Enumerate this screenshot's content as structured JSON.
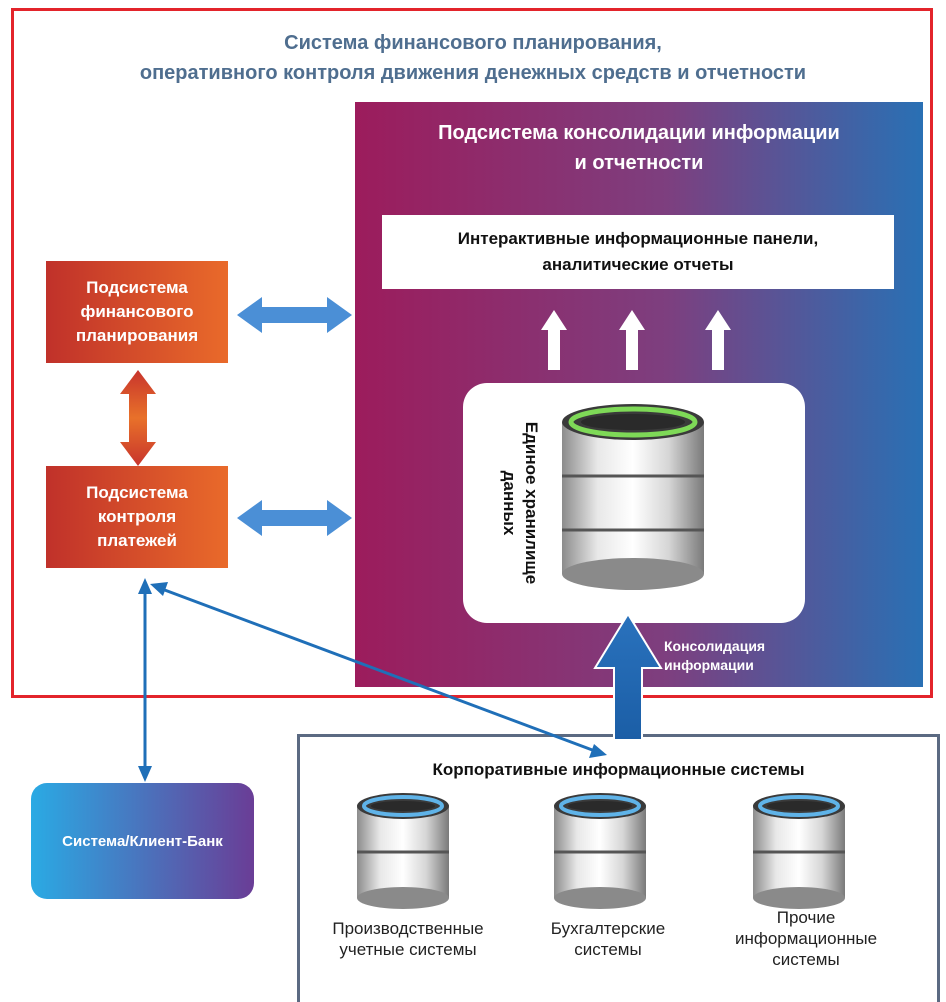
{
  "main_title": {
    "line1": "Система финансового планирования,",
    "line2": "оперативного контроля движения денежных средств и отчетности"
  },
  "consolidation_subsystem": {
    "title_line1": "Подсистема консолидации информации",
    "title_line2": "и отчетности",
    "dashboards_line1": "Интерактивные информационные панели,",
    "dashboards_line2": "аналитические отчеты",
    "storage_line1": "Единое хранилище",
    "storage_line2": "данных",
    "consolidation_line1": "Консолидация",
    "consolidation_line2": "информации"
  },
  "planning_subsystem": {
    "line1": "Подсистема",
    "line2": "финансового",
    "line3": "планирования"
  },
  "payments_subsystem": {
    "line1": "Подсистема",
    "line2": "контроля",
    "line3": "платежей"
  },
  "client_bank": {
    "label": "Система/Клиент-Банк"
  },
  "corporate_systems": {
    "title": "Корпоративные информационные системы",
    "items": [
      {
        "line1": "Производственные",
        "line2": "учетные системы",
        "line3": ""
      },
      {
        "line1": "Бухгалтерские",
        "line2": "системы",
        "line3": ""
      },
      {
        "line1": "Прочие",
        "line2": "информационные",
        "line3": "системы"
      }
    ]
  },
  "colors": {
    "frame_red": "#e3242b",
    "title_blue": "#4f6e8f",
    "panel_gradient_start": "#9c1c5c",
    "panel_gradient_end": "#2970b4",
    "connector_blue": "#1f6fb8"
  }
}
